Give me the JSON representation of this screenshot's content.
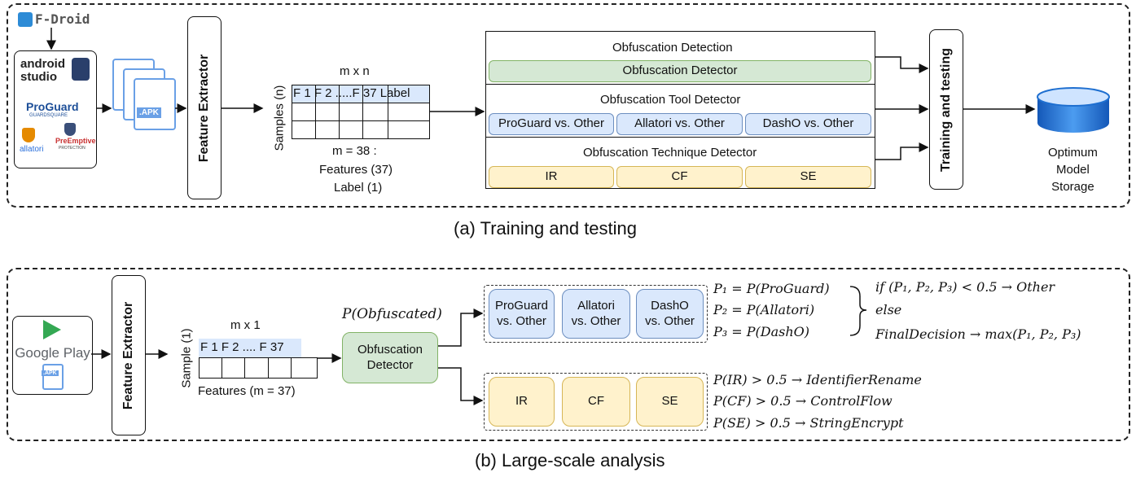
{
  "training": {
    "fdroid_label": "F-Droid",
    "tool_logos": {
      "android_studio": "android\nstudio",
      "proguard": "ProGuard",
      "proguard_sub": "GUARDSQUARE",
      "allatori": "allatori",
      "preemptive": "PreEmptive",
      "preemptive_sub": "PROTECTION"
    },
    "apk_label": ".APK",
    "feature_extractor": "Feature Extractor",
    "matrix_title": "m x n",
    "samples_label": "Samples (n)",
    "matrix_header": "F 1 F 2 .....F 37 Label",
    "matrix_note_line1": "m = 38 :",
    "matrix_note_line2": "Features (37)",
    "matrix_note_line3": "Label (1)",
    "obf_detection_title": "Obfuscation Detection",
    "obf_detector": "Obfuscation Detector",
    "tool_detector_title": "Obfuscation Tool Detector",
    "tool_items": [
      "ProGuard vs. Other",
      "Allatori vs. Other",
      "DashO vs. Other"
    ],
    "technique_title": "Obfuscation Technique Detector",
    "technique_items": [
      "IR",
      "CF",
      "SE"
    ],
    "training_box": "Training and testing",
    "storage_label": "Optimum\nModel\nStorage",
    "caption": "(a) Training and testing"
  },
  "analysis": {
    "google_play": "Google Play",
    "apk_label": ".APK",
    "feature_extractor": "Feature Extractor",
    "matrix_title": "m x 1",
    "sample_label": "Sample (1)",
    "matrix_header": "F 1 F 2 .... F 37",
    "features_label": "Features (m = 37)",
    "p_obf": "P(Obfuscated)",
    "detector": "Obfuscation\nDetector",
    "tool_items": [
      "ProGuard\nvs. Other",
      "Allatori\nvs. Other",
      "DashO\nvs. Other"
    ],
    "technique_items": [
      "IR",
      "CF",
      "SE"
    ],
    "p_eqs": [
      "P₁ = P(ProGuard)",
      "P₂ = P(Allatori)",
      "P₃ = P(DashO)"
    ],
    "decision_lines": [
      "if (P₁, P₂, P₃) < 0.5 → Other",
      "else",
      "FinalDecision → max(P₁, P₂, P₃)"
    ],
    "technique_rules": [
      "P(IR) > 0.5 → IdentifierRename",
      "P(CF) > 0.5 → ControlFlow",
      "P(SE) > 0.5 → StringEncrypt"
    ],
    "caption": "(b) Large-scale analysis"
  },
  "colors": {
    "blue_fill": "#dae8fc",
    "green_fill": "#d5e8d4",
    "yellow_fill": "#fff2cc",
    "storage": "#1e6fd0"
  }
}
